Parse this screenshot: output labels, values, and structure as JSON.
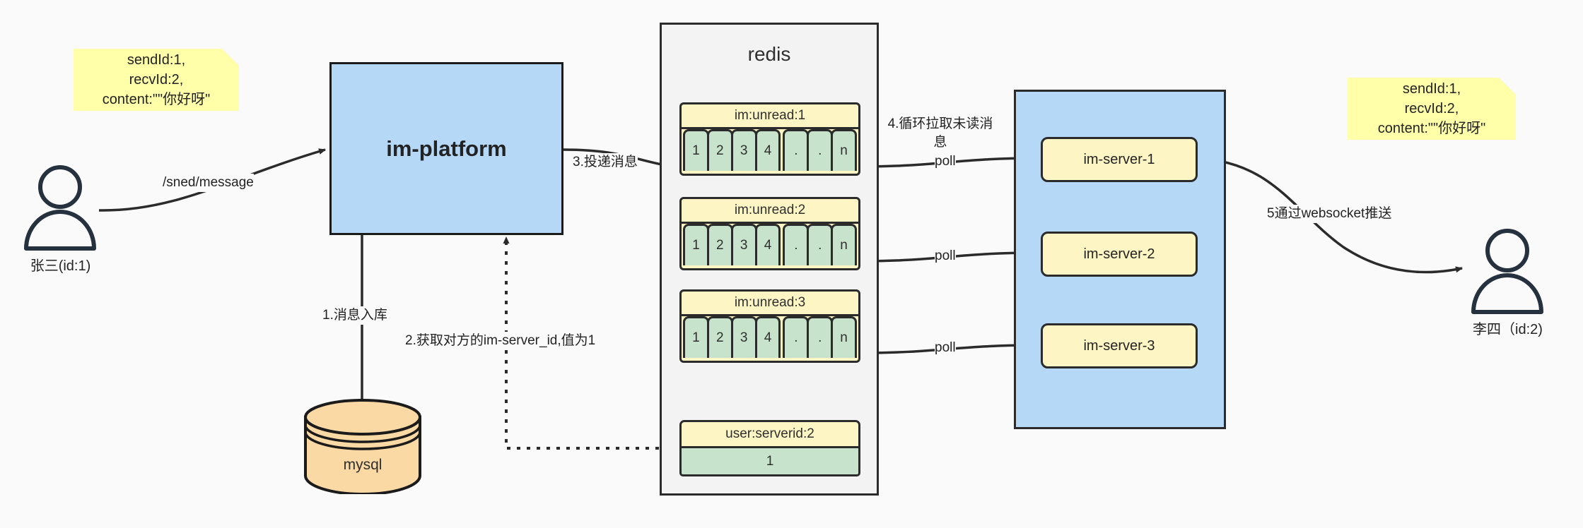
{
  "diagram": {
    "title": "IM message delivery architecture",
    "colors": {
      "background": "#fafafa",
      "note_yellow": "#ffffaa",
      "platform_blue": "#b5d8f7",
      "server_yellow": "#fdf6c4",
      "cell_green": "#c7e3cb",
      "mysql_orange": "#fbd9a5",
      "redis_gray": "#f3f3f3",
      "stroke_dark": "#2b2b2b",
      "actor_navy": "#26313f"
    }
  },
  "notes": {
    "left": "sendId:1,\nrecvId:2,\ncontent:\"\"你好呀\"",
    "right": "sendId:1,\nrecvId:2,\ncontent:\"\"你好呀\""
  },
  "actors": {
    "sender": {
      "label": "张三(id:1)",
      "icon": "user-icon"
    },
    "receiver": {
      "label": "李四（id:2)",
      "icon": "user-icon"
    }
  },
  "platform": {
    "label": "im-platform"
  },
  "database": {
    "label": "mysql",
    "icon": "database-cylinder-icon"
  },
  "redis": {
    "title": "redis",
    "lists": [
      {
        "key": "im:unread:1",
        "cells": [
          "1",
          "2",
          "3",
          "4",
          ".",
          ".",
          "n"
        ]
      },
      {
        "key": "im:unread:2",
        "cells": [
          "1",
          "2",
          "3",
          "4",
          ".",
          ".",
          "n"
        ]
      },
      {
        "key": "im:unread:3",
        "cells": [
          "1",
          "2",
          "3",
          "4",
          ".",
          ".",
          "n"
        ]
      }
    ],
    "kv": {
      "key": "user:serverid:2",
      "value": "1"
    }
  },
  "servers": {
    "items": [
      {
        "label": "im-server-1"
      },
      {
        "label": "im-server-2"
      },
      {
        "label": "im-server-3"
      }
    ]
  },
  "edges": {
    "send_message": "/sned/message",
    "step1": "1.消息入库",
    "step2": "2.获取对方的im-server_id,值为1",
    "step3": "3.投递消息",
    "step4": "4.循环拉取未读消息",
    "poll_1": "poll",
    "poll_2": "poll",
    "poll_3": "poll",
    "step5": "5通过websocket推送"
  }
}
